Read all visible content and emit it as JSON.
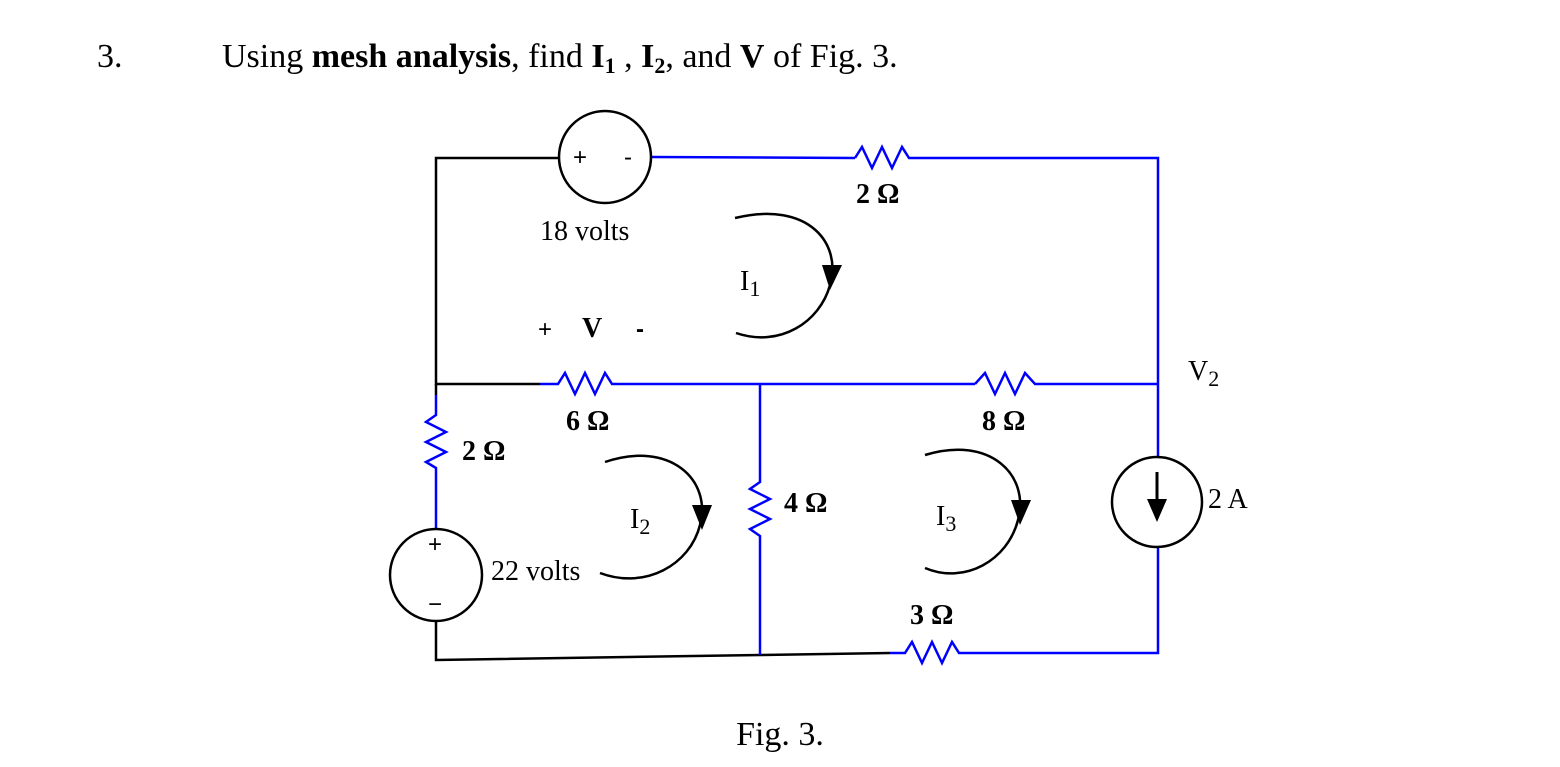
{
  "question": {
    "number": "3.",
    "prefix": "Using ",
    "method": "mesh analysis",
    "find_text": ", find ",
    "i1_letter": "I",
    "i1_sub": "1",
    "sep1": " , ",
    "i2_letter": "I",
    "i2_sub": "2",
    "sep2": ", and ",
    "v_letter": "V",
    "suffix": " of  Fig. 3."
  },
  "circuit": {
    "source_top": {
      "value": "18 volts",
      "plus": "+",
      "minus": "-"
    },
    "resistor_top": "2 Ω",
    "v_polarity": {
      "plus": "+",
      "letter": "V",
      "minus": "-"
    },
    "resistor_6": "6 Ω",
    "resistor_8": "8 Ω",
    "resistor_left": "2 Ω",
    "resistor_4": "4 Ω",
    "resistor_3": "3 Ω",
    "source_left": {
      "value": "22 volts",
      "plus": "+",
      "minus": "−"
    },
    "current_source": "2 A",
    "node_v2": {
      "letter": "V",
      "sub": "2"
    },
    "mesh_i1": {
      "letter": "I",
      "sub": "1"
    },
    "mesh_i2": {
      "letter": "I",
      "sub": "2"
    },
    "mesh_i3": {
      "letter": "I",
      "sub": "3"
    },
    "colors": {
      "black_wire": "#000000",
      "blue_wire": "#0000ff"
    }
  },
  "caption": "Fig. 3."
}
